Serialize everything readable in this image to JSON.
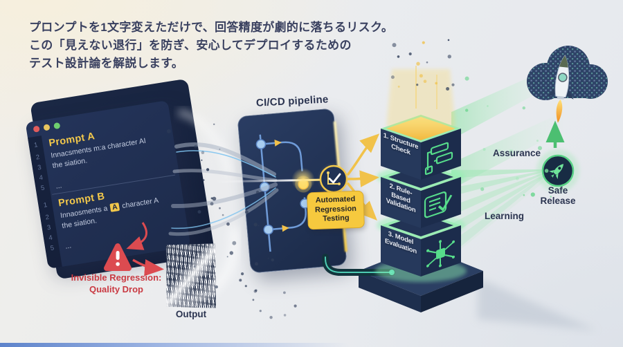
{
  "headline": {
    "line1": "プロンプトを1文字変えただけで、回答精度が劇的に落ちるリスク。",
    "line2": "この「見えない退行」を防ぎ、安心してデプロイするための",
    "line3": "テスト設計論を解説します。"
  },
  "editor": {
    "line_numbers": [
      "1",
      "2",
      "3",
      "4",
      "5"
    ],
    "prompt_a": {
      "title": "Prompt A",
      "body_line1": "Innacsments m:a character AI",
      "body_line2": "the siation.",
      "ellipsis": "..."
    },
    "prompt_b": {
      "title": "Prompt B",
      "body_pre": "Innaosments a",
      "highlight": "A",
      "body_post": "character A",
      "body_line2": "the siation.",
      "ellipsis": "..."
    }
  },
  "annotations": {
    "invisible_regression_line1": "Invisible Regression:",
    "invisible_regression_line2": "Quality Drop",
    "output_label": "Output"
  },
  "pipeline": {
    "title": "CI/CD pipeline",
    "badge": {
      "line1": "Automated",
      "line2": "Regression",
      "line3": "Testing"
    }
  },
  "stack": {
    "boxes": [
      {
        "label_line1": "1. Structure",
        "label_line2": "Check",
        "icon": "structure-icon"
      },
      {
        "label_line1": "2. Rule-Based",
        "label_line2": "Validation",
        "icon": "checklist-icon"
      },
      {
        "label_line1": "3. Model",
        "label_line2": "Evaluation",
        "icon": "network-icon"
      }
    ]
  },
  "outcomes": {
    "assurance_label": "Assurance",
    "learning_label": "Learning",
    "safe_release_line1": "Safe",
    "safe_release_line2": "Release"
  },
  "icons": {
    "window_controls": "traffic-light-dots",
    "warning": "warning-triangle-icon",
    "regression_badge": "chart-check-icon",
    "cloud": "cloud-deploy-icon",
    "rocket": "rocket-launch-icon",
    "safe_release": "rocket-circle-icon"
  },
  "colors": {
    "accent_yellow": "#f2c84b",
    "navy": "#1d2b4b",
    "alert_red": "#dc4b50",
    "success_green": "#57dd8b",
    "node_blue": "#9cc3ea",
    "pipe_teal": "#12343c"
  }
}
